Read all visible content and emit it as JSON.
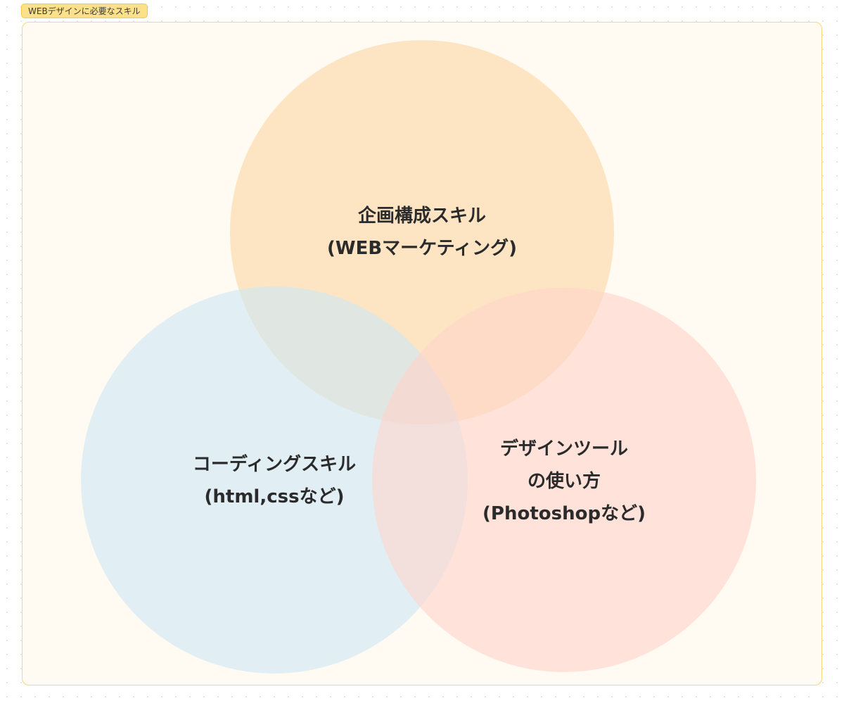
{
  "frame": {
    "label": "WEBデザインに必要なスキル"
  },
  "venn": {
    "circles": [
      {
        "id": "planning",
        "lines": [
          "企画構成スキル",
          "(WEBマーケティング)"
        ],
        "color": "#fbd7a5"
      },
      {
        "id": "coding",
        "lines": [
          "コーディングスキル",
          "(html,cssなど)"
        ],
        "color": "#cde7f6"
      },
      {
        "id": "design-tools",
        "lines": [
          "デザインツール",
          "の使い方",
          "(Photoshopなど)"
        ],
        "color": "#ffd3c9"
      }
    ]
  }
}
